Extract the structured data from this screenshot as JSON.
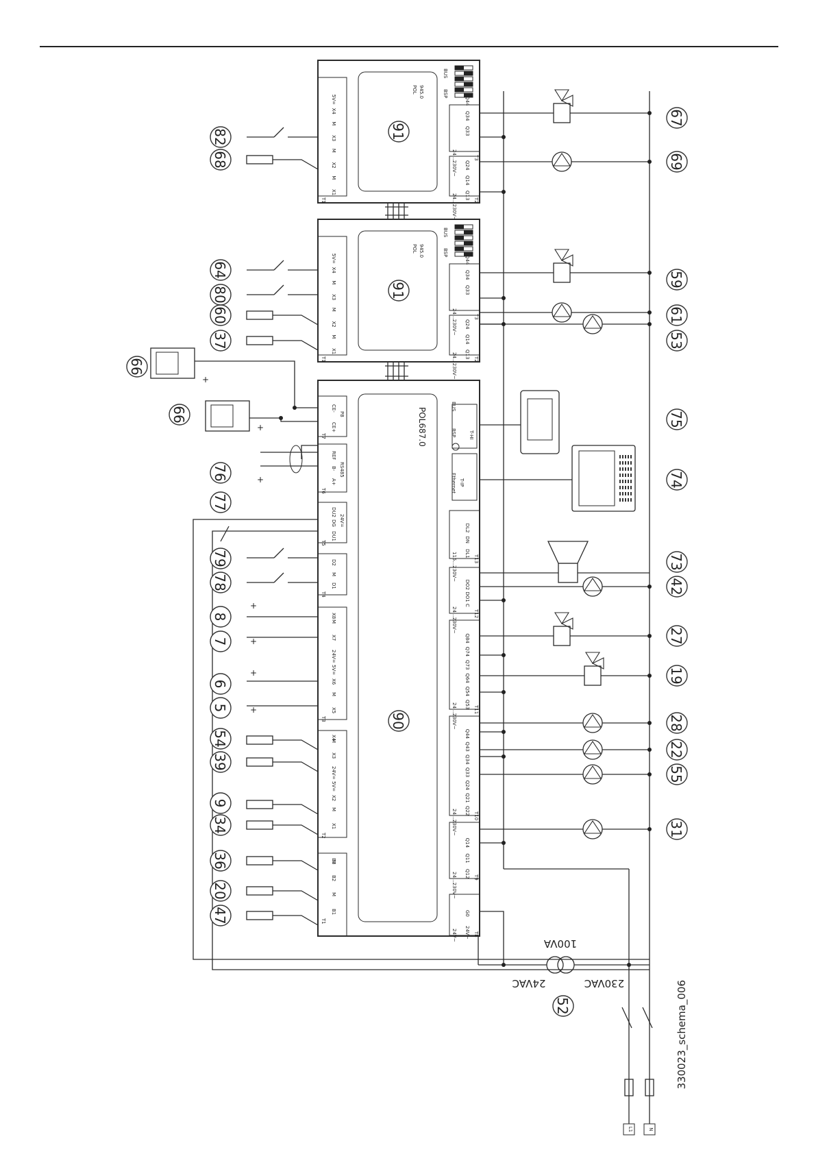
{
  "diagram": {
    "footer_code": "330023_schema_006",
    "transformer": {
      "primary": "230VAC",
      "secondary": "24VAC",
      "rating": "100VA"
    },
    "supply": {
      "phase": "L1",
      "neutral": "N"
    },
    "main_controller": {
      "model": "POL687.0",
      "callout": "90",
      "blocks": [
        {
          "name": "T1",
          "pins": [
            "B1",
            "M",
            "B2",
            "M",
            "B3"
          ]
        },
        {
          "name": "T2",
          "pins": [
            "X1",
            "M",
            "X2",
            "5V=",
            "24V="
          ]
        },
        {
          "name": "T2",
          "pins": [
            "X3",
            "M",
            "X4"
          ]
        },
        {
          "name": "T3",
          "pins": [
            "X5",
            "M",
            "X6",
            "5V=",
            "24V="
          ]
        },
        {
          "name": "T3",
          "pins": [
            "X7",
            "M",
            "X8"
          ]
        },
        {
          "name": "T4",
          "pins": [
            "D1",
            "M",
            "D2"
          ]
        },
        {
          "name": "T5",
          "pins": [
            "DU1",
            "DG",
            "DU2"
          ],
          "supply": "24V="
        },
        {
          "name": "T6",
          "pins": [
            "A+",
            "B-",
            "REF"
          ],
          "bus": "RS485"
        },
        {
          "name": "T7",
          "pins": [
            "CE+",
            "CE-"
          ],
          "bus": "P8"
        }
      ],
      "outputs": [
        {
          "name": "T8",
          "pins": [
            "24V~",
            "G0"
          ],
          "supply": "24V~"
        },
        {
          "name": "T9",
          "pins": [
            "Q12",
            "Q11",
            "Q14"
          ],
          "supply": "24...230V~"
        },
        {
          "name": "T10",
          "pins": [
            "Q22",
            "Q21",
            "Q24",
            "Q33",
            "Q34",
            "Q43",
            "Q44"
          ],
          "supply": "24...230V~"
        },
        {
          "name": "T11",
          "pins": [
            "Q53",
            "Q54",
            "Q64",
            "Q73",
            "Q74",
            "Q84"
          ],
          "supply": "24...230V~"
        },
        {
          "name": "T12",
          "pins": [
            "C",
            "DO1",
            "DO2"
          ],
          "supply": "24...230V~"
        },
        {
          "name": "T13",
          "pins": [
            "DL1",
            "DN",
            "DL2"
          ],
          "supply": "115...230V~"
        }
      ],
      "ports": [
        "Ethernet",
        "T-IP",
        "T-HI",
        "BSP",
        "BUS"
      ]
    },
    "expansion_modules": [
      {
        "model": "POL",
        "model_sub": "945.0",
        "callout": "91",
        "inputs": [
          "X1",
          "M",
          "X2",
          "M",
          "X3",
          "M",
          "X4",
          "5V="
        ],
        "input_block": "T1",
        "outputs": [
          "Q13",
          "Q14",
          "Q24",
          "Q33",
          "Q34",
          "Q44"
        ],
        "output_blocks": [
          "T2",
          "T3"
        ],
        "output_supply": "24...230V~",
        "ports": [
          "BSP",
          "BUS"
        ]
      },
      {
        "model": "POL",
        "model_sub": "945.0",
        "callout": "91",
        "inputs": [
          "X1",
          "M",
          "X2",
          "M",
          "X3",
          "M",
          "X4",
          "5V="
        ],
        "input_block": "T1",
        "outputs": [
          "Q13",
          "Q14",
          "Q24",
          "Q33",
          "Q34",
          "Q44"
        ],
        "output_blocks": [
          "T2",
          "T3"
        ],
        "output_supply": "24...230V~",
        "ports": [
          "BSP",
          "BUS"
        ]
      }
    ],
    "callouts": {
      "inputs_main": [
        "47",
        "20",
        "36",
        "34",
        "9",
        "39",
        "54",
        "5",
        "6",
        "7",
        "8",
        "78",
        "79",
        "77",
        "76",
        "66",
        "66"
      ],
      "inputs_module1": [
        "37",
        "60",
        "80",
        "64"
      ],
      "inputs_module2": [
        "68",
        "82"
      ],
      "outputs_main": [
        "31",
        "55",
        "22",
        "28",
        "19",
        "27",
        "42",
        "73",
        "74",
        "75"
      ],
      "outputs_module1": [
        "53",
        "61",
        "59"
      ],
      "outputs_module2": [
        "69",
        "67"
      ],
      "transformer": "52"
    },
    "plus_sign": "+"
  }
}
